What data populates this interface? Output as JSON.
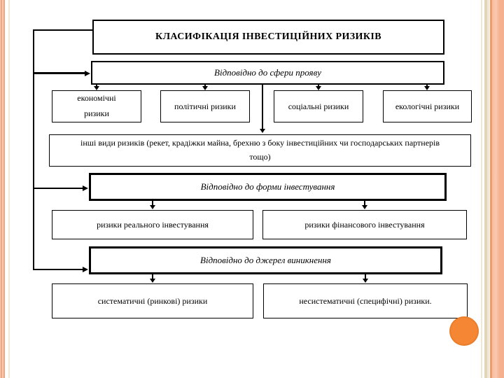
{
  "colors": {
    "circle_orange": "#F58634",
    "stripe_salmon": "#F5B18F",
    "stripe_salmon_dark": "#EC9D70",
    "stripe_beige": "#E2D5BA",
    "stripe_cream": "#F1E7D2",
    "line_black": "#000000"
  },
  "diagram": {
    "title": "КЛАСИФІКАЦІЯ ІНВЕСТИЦІЙНИХ РИЗИКІВ",
    "section1": {
      "header": "Відповідно до сфери прояву",
      "box1": "економічні ризики",
      "box2": "політичні ризики",
      "box3": "соціальні ризики",
      "box4": "екологічні ризики",
      "other": "інші види ризиків (рекет, крадіжки майна, брехню з боку інвестиційних чи господарських партнерів тощо)"
    },
    "section2": {
      "header": "Відповідно до форми інвестування",
      "box1": "ризики реального інвестування",
      "box2": "ризики фінансового інвестування"
    },
    "section3": {
      "header": "Відповідно до джерел виникнення",
      "box1": "систематичні (ринкові) ризики",
      "box2": "несистематичні (специфічні) ризики."
    }
  }
}
